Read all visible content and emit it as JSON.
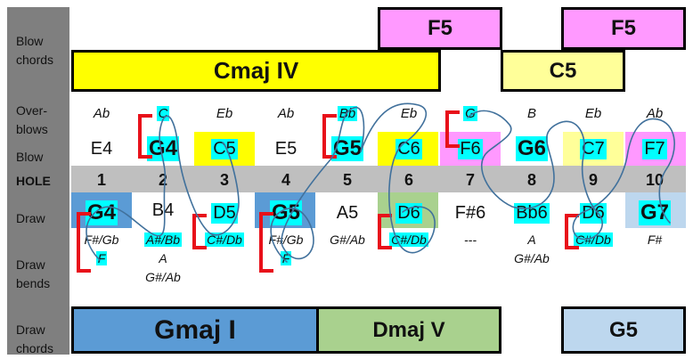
{
  "labels": {
    "blow_chords": "Blow chords",
    "overblows": "Over-blows",
    "blow": "Blow",
    "hole": "HOLE",
    "draw": "Draw",
    "draw_bends": "Draw bends",
    "draw_chords": "Draw chords"
  },
  "blow_chords": {
    "cmaj_iv": "Cmaj IV",
    "c5": "C5",
    "f5_a": "F5",
    "f5_b": "F5"
  },
  "draw_chords": {
    "gmaj_i": "Gmaj I",
    "dmaj_v": "Dmaj V",
    "g5": "G5"
  },
  "overblows": [
    "Ab",
    "C",
    "Eb",
    "Ab",
    "Bb",
    "Eb",
    "G",
    "B",
    "Eb",
    "Ab"
  ],
  "blow": [
    "E4",
    "G4",
    "C5",
    "E5",
    "G5",
    "C6",
    "F6",
    "G6",
    "C7",
    "F7"
  ],
  "holes": [
    "1",
    "2",
    "3",
    "4",
    "5",
    "6",
    "7",
    "8",
    "9",
    "10"
  ],
  "draw": [
    "G4",
    "B4",
    "D5",
    "G5",
    "A5",
    "D6",
    "F#6",
    "Bb6",
    "D6",
    "G7"
  ],
  "draw_bends": {
    "h1_a": "F#/Gb",
    "h1_b": "F",
    "h2_a": "A#/Bb",
    "h2_b": "A",
    "h2_c": "G#/Ab",
    "h3_a": "C#/Db",
    "h4_a": "F#/Gb",
    "h4_b": "F",
    "h5_a": "G#/Ab",
    "h6_a": "C#/Db",
    "h7_a": "---",
    "h8_a": "A",
    "h8_b": "G#/Ab",
    "h9_a": "C#/Db",
    "h10_a": "F#"
  },
  "colors": {
    "sidebar": "#7f7f7f",
    "hole_band": "#bfbfbf",
    "cmaj_yellow": "#ffff00",
    "c5_yellow": "#ffff99",
    "f5_pink": "#ff99ff",
    "gmaj_blue": "#5b9bd5",
    "dmaj_green": "#a9d18e",
    "g5_blue": "#bdd7ee",
    "highlight": "#00ffff",
    "bracket": "#e8101a",
    "curve": "#41719c"
  }
}
